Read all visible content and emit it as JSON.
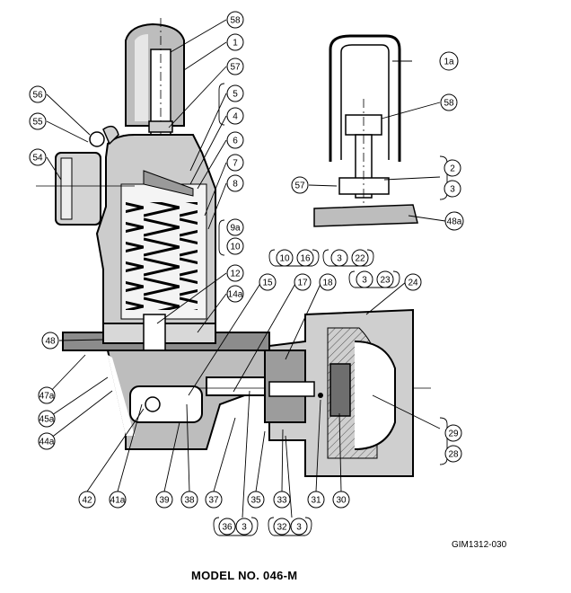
{
  "title": "MODEL NO. 046-M",
  "drawing_code": "GIM1312-030",
  "callouts": {
    "c58a": "58",
    "c1": "1",
    "c57a": "57",
    "c5": "5",
    "c4": "4",
    "c56": "56",
    "c55": "55",
    "c54": "54",
    "c6": "6",
    "c7": "7",
    "c8": "8",
    "c9a": "9a",
    "c10a": "10",
    "c12": "12",
    "c14a": "14a",
    "c10b": "10",
    "c16": "16",
    "c15": "15",
    "c17": "17",
    "c18": "18",
    "c3a": "3",
    "c22": "22",
    "c3b": "3",
    "c23": "23",
    "c24": "24",
    "c48": "48",
    "c47a": "47a",
    "c45a": "45a",
    "c44a": "44a",
    "c1a": "1a",
    "c58b": "58",
    "c2": "2",
    "c3c": "3",
    "c57b": "57",
    "c48a": "48a",
    "c29": "29",
    "c28": "28",
    "c42": "42",
    "c41a": "41a",
    "c39": "39",
    "c38": "38",
    "c37": "37",
    "c35": "35",
    "c33": "33",
    "c31": "31",
    "c30": "30",
    "c36": "36",
    "c3d": "3",
    "c32": "32",
    "c3e": "3"
  }
}
